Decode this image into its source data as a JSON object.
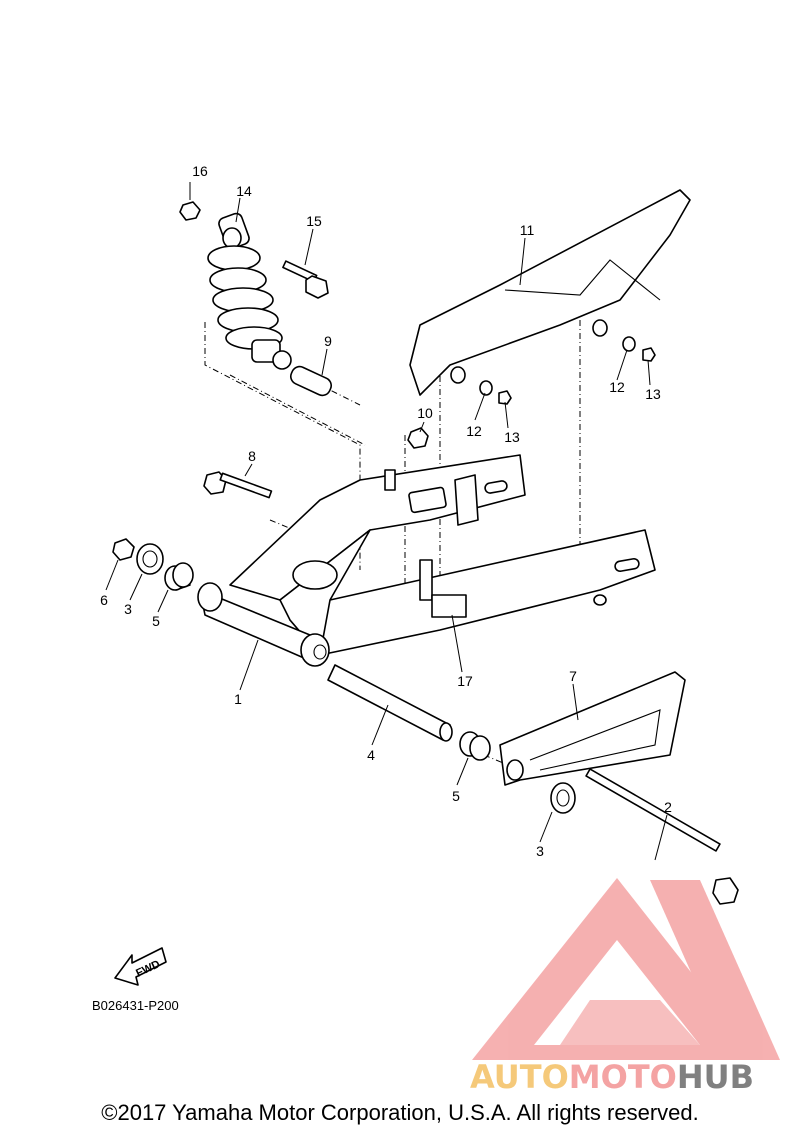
{
  "diagram": {
    "callouts": {
      "p1": "1",
      "p2": "2",
      "p3a": "3",
      "p3b": "3",
      "p4": "4",
      "p5a": "5",
      "p5b": "5",
      "p6": "6",
      "p7": "7",
      "p8": "8",
      "p9": "9",
      "p10": "10",
      "p11": "11",
      "p12a": "12",
      "p12b": "12",
      "p13a": "13",
      "p13b": "13",
      "p14": "14",
      "p15": "15",
      "p16": "16",
      "p17": "17"
    },
    "fwd_label": "FWD",
    "diagram_code": "B026431-P200"
  },
  "watermark": {
    "part1": "AUTO",
    "part2": "MOTO",
    "part3": "HUB",
    "colors": {
      "logo": "#f4a3a3",
      "auto": "#f5c97a",
      "moto": "#f4a3a3",
      "hub": "#808080"
    }
  },
  "footer": {
    "copyright": "©2017 Yamaha Motor Corporation, U.S.A. All rights reserved."
  }
}
